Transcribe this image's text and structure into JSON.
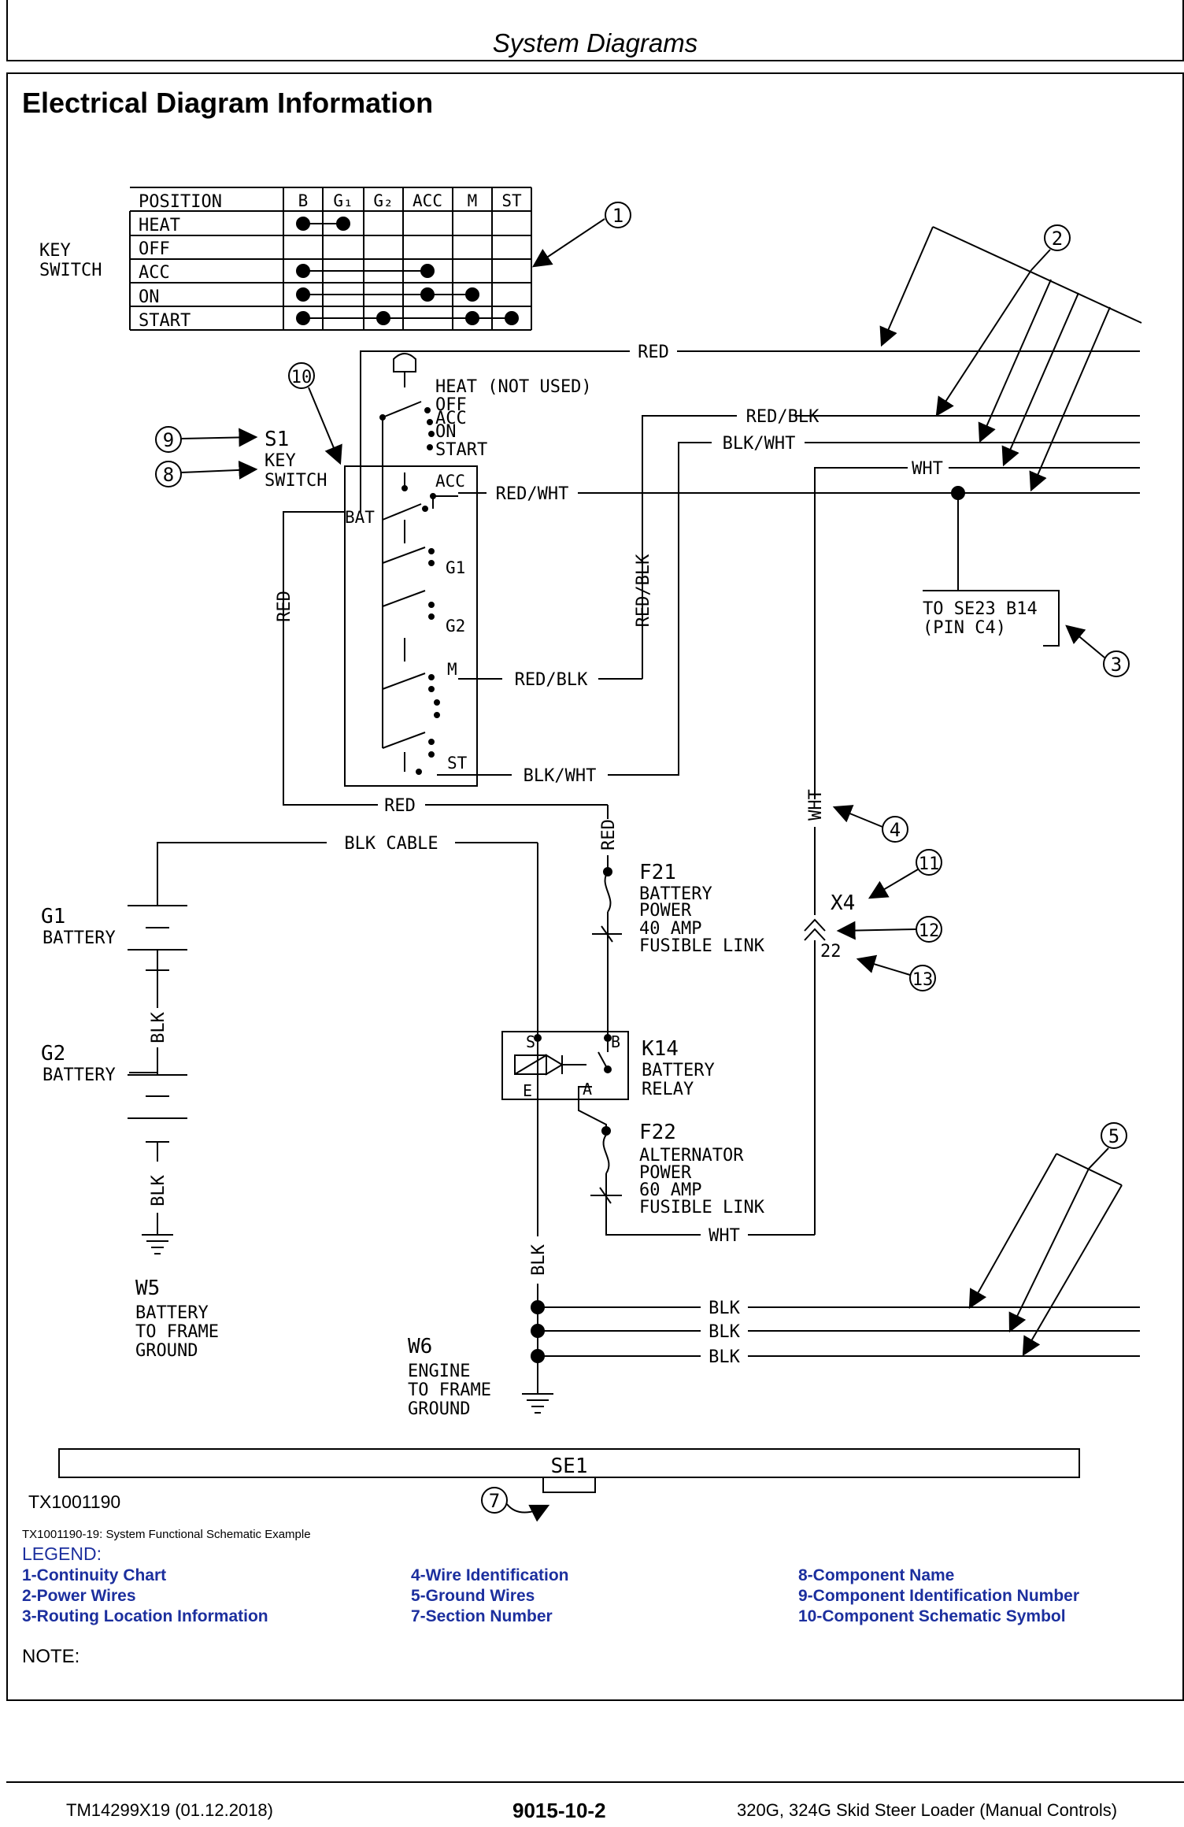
{
  "header": {
    "title": "System Diagrams"
  },
  "section": {
    "title": "Electrical Diagram Information"
  },
  "continuity_chart": {
    "side_label": [
      "KEY",
      "SWITCH"
    ],
    "corner_label": "POSITION",
    "columns": [
      "B",
      "G₁",
      "G₂",
      "ACC",
      "M",
      "ST"
    ],
    "rows": [
      "HEAT",
      "OFF",
      "ACC",
      "ON",
      "START"
    ]
  },
  "key_switch": {
    "id": "S1",
    "name": [
      "KEY",
      "SWITCH"
    ],
    "positions": [
      "HEAT (NOT USED)",
      "OFF",
      "ACC",
      "ON",
      "START"
    ],
    "terminals": {
      "bat": "BAT",
      "acc": "ACC",
      "g1": "G1",
      "g2": "G2",
      "m": "M",
      "st": "ST"
    }
  },
  "wires": {
    "red": "RED",
    "red_blk": "RED/BLK",
    "blk_wht": "BLK/WHT",
    "wht": "WHT",
    "red_wht": "RED/WHT",
    "blk_cable": "BLK CABLE",
    "blk": "BLK"
  },
  "routing": [
    "TO SE23 B14",
    "(PIN C4)"
  ],
  "components": {
    "f21": {
      "id": "F21",
      "desc": [
        "BATTERY",
        "POWER",
        "40 AMP",
        "FUSIBLE LINK"
      ]
    },
    "k14": {
      "id": "K14",
      "desc": [
        "BATTERY",
        "RELAY"
      ],
      "pins": {
        "s": "S",
        "b": "B",
        "e": "E",
        "a": "A"
      }
    },
    "f22": {
      "id": "F22",
      "desc": [
        "ALTERNATOR",
        "POWER",
        "60 AMP",
        "FUSIBLE LINK"
      ]
    },
    "g1": {
      "id": "G1",
      "desc": "BATTERY"
    },
    "g2": {
      "id": "G2",
      "desc": "BATTERY"
    },
    "w5": {
      "id": "W5",
      "desc": [
        "BATTERY",
        "TO FRAME",
        "GROUND"
      ]
    },
    "w6": {
      "id": "W6",
      "desc": [
        "ENGINE",
        "TO FRAME",
        "GROUND"
      ]
    },
    "x4": {
      "id": "X4",
      "pin": "22"
    },
    "se1": {
      "id": "SE1"
    }
  },
  "callouts": [
    "1",
    "2",
    "3",
    "4",
    "5",
    "7",
    "8",
    "9",
    "10",
    "11",
    "12",
    "13"
  ],
  "figure": {
    "id": "TX1001190",
    "caption": "TX1001190-19: System Functional Schematic Example"
  },
  "legend": {
    "title": "LEGEND:",
    "col1": [
      "1-Continuity Chart",
      "2-Power Wires",
      "3-Routing Location Information"
    ],
    "col2": [
      "4-Wire Identification",
      "5-Ground Wires",
      "7-Section Number"
    ],
    "col3": [
      "8-Component Name",
      "9-Component Identification Number",
      "10-Component Schematic Symbol"
    ]
  },
  "note": "NOTE:",
  "footer": {
    "left": "TM14299X19 (01.12.2018)",
    "center": "9015-10-2",
    "right": "320G, 324G Skid Steer Loader (Manual Controls)"
  },
  "colors": {
    "legend": "#1c2f9e",
    "ink": "#000000"
  }
}
